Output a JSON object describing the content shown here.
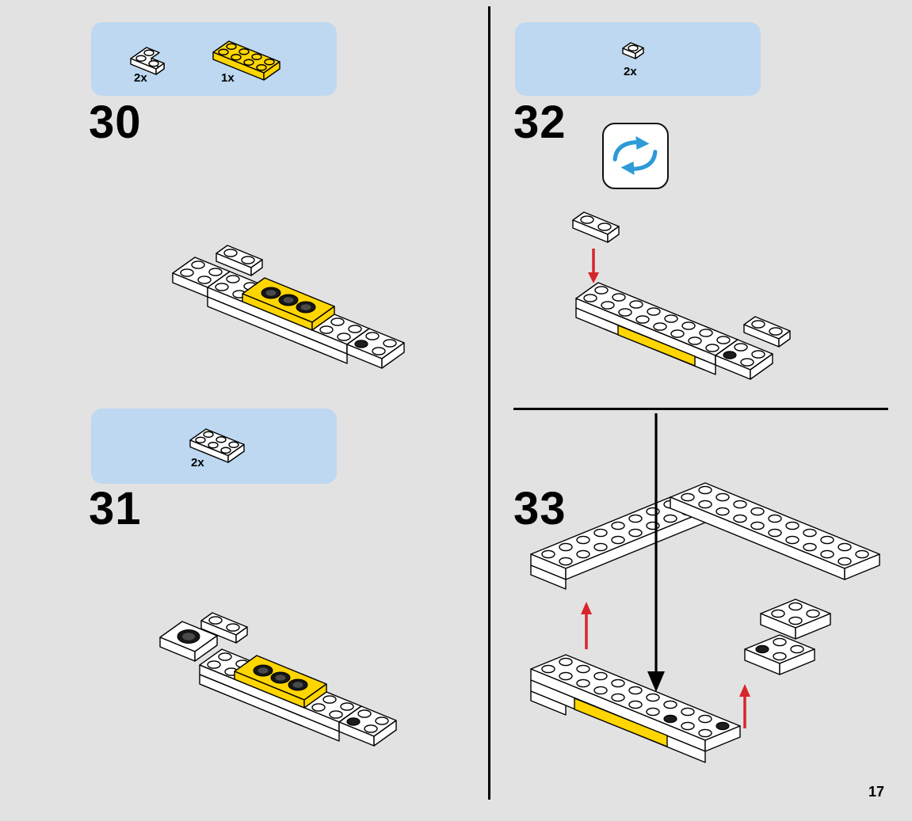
{
  "page": {
    "number": "17"
  },
  "colors": {
    "page-bg": "#e3e2e2",
    "callout-bg": "#bdd8f0",
    "brick-yellow": "#ffd502",
    "arrow-red": "#d6252b",
    "arrow-blue": "#2e9ad7",
    "line-black": "#000000"
  },
  "icons": {
    "rotate": "rotate-model-icon",
    "red_arrow": "attach-here-arrow-icon",
    "black_arrow": "lower-into-place-arrow-icon"
  },
  "steps": {
    "s30": {
      "number": "30",
      "parts": [
        {
          "qty": "2x",
          "part": "white-corner-plate-2x2"
        },
        {
          "qty": "1x",
          "part": "yellow-plate-2x4"
        }
      ]
    },
    "s31": {
      "number": "31",
      "parts": [
        {
          "qty": "2x",
          "part": "white-plate-2x3"
        }
      ]
    },
    "s32": {
      "number": "32",
      "parts": [
        {
          "qty": "2x",
          "part": "white-plate-1x1"
        }
      ]
    },
    "s33": {
      "number": "33"
    }
  }
}
